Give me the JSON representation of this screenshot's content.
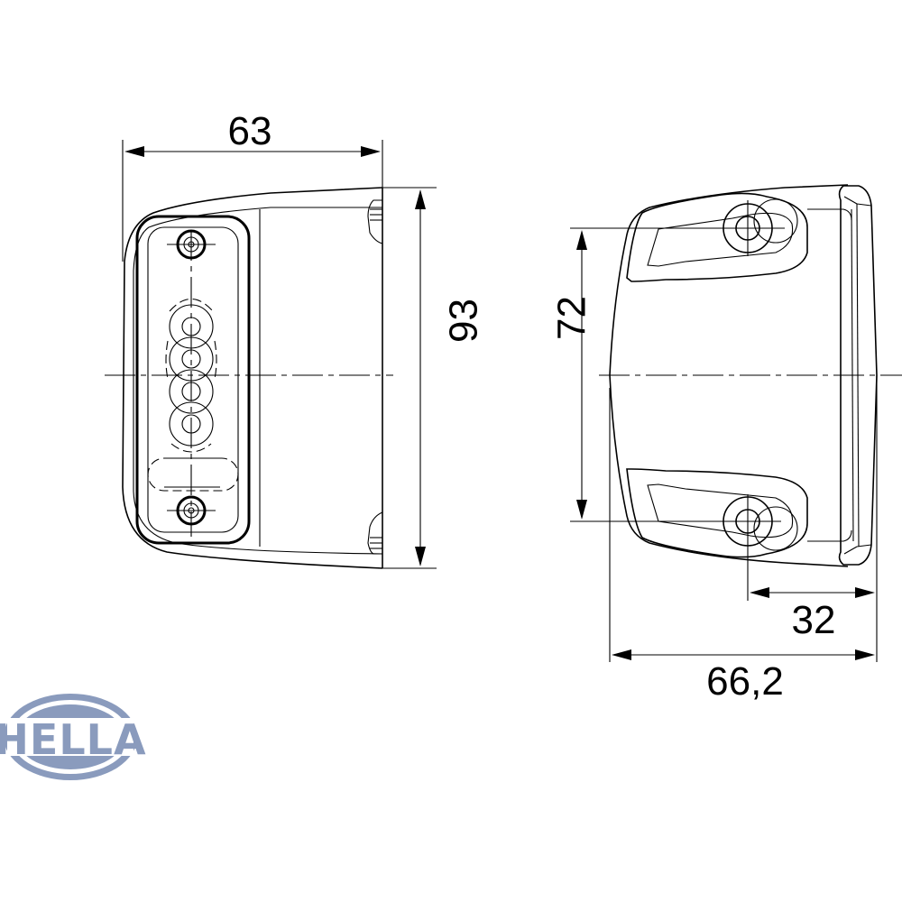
{
  "drawing": {
    "type": "technical dimension drawing",
    "views": [
      {
        "name": "front-view",
        "description": "lamp front with lens, 4 LEDs and 2 screws"
      },
      {
        "name": "side-view",
        "description": "lamp housing side with 2 mounting holes"
      }
    ]
  },
  "dimensions": {
    "width_front": "63",
    "height_front": "93",
    "hole_spacing": "72",
    "hole_offset": "32",
    "depth": "66,2"
  },
  "logo": {
    "text": "HELLA",
    "color": "#8a9bbd"
  },
  "colors": {
    "line": "#000000",
    "background": "#ffffff"
  }
}
